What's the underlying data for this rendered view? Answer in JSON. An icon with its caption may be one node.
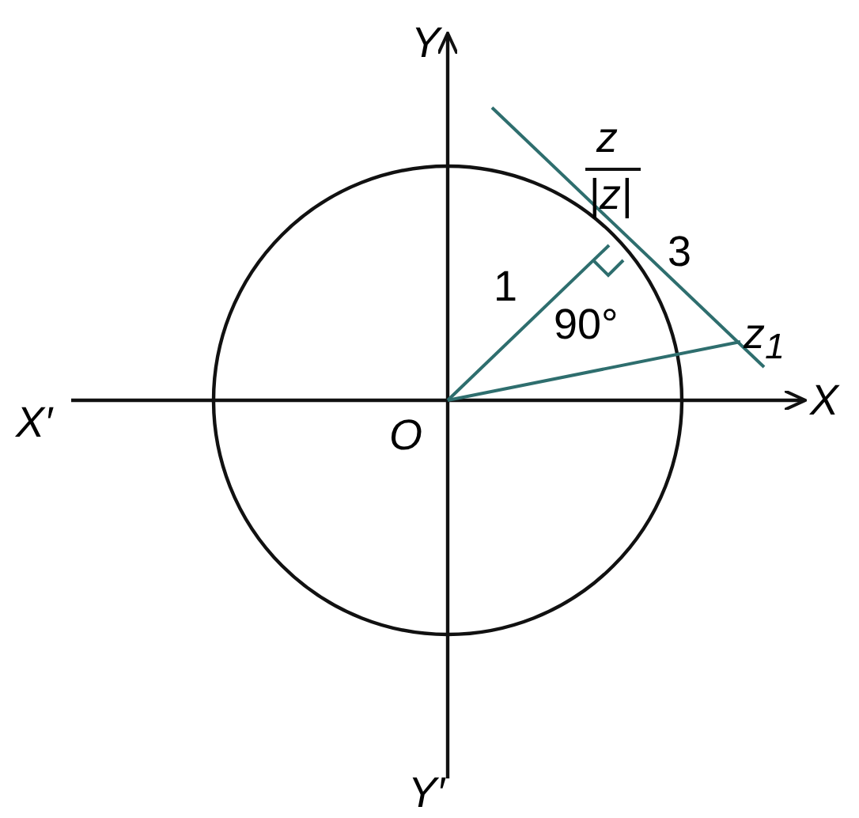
{
  "diagram": {
    "labels": [
      "Y",
      "z",
      "|z|",
      "1",
      "3",
      "90°",
      "z$_{1}$",
      "X′",
      "O",
      "X",
      "Y′"
    ]
  }
}
